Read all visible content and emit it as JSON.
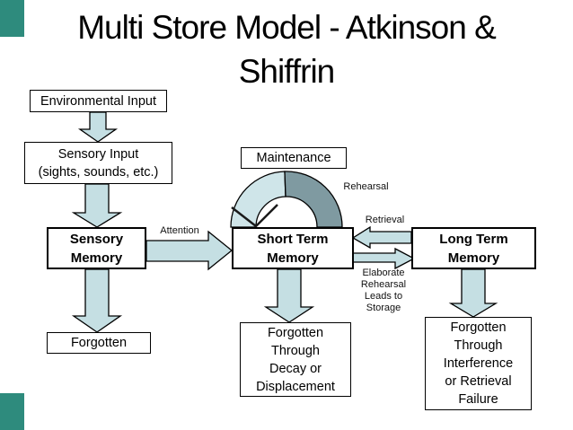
{
  "title": "Multi Store Model - Atkinson &\nShiffrin",
  "boxes": {
    "environmental_input": {
      "label": "Environmental Input"
    },
    "sensory_input": {
      "label": "Sensory Input\n(sights, sounds, etc.)"
    },
    "sensory_memory": {
      "label": "Sensory\nMemory"
    },
    "maintenance": {
      "label": "Maintenance"
    },
    "short_term_memory": {
      "label": "Short Term\nMemory"
    },
    "long_term_memory": {
      "label": "Long Term\nMemory"
    },
    "forgotten": {
      "label": "Forgotten"
    },
    "forgotten_decay": {
      "label": "Forgotten\nThrough\nDecay or\nDisplacement"
    },
    "forgotten_interference": {
      "label": "Forgotten\nThrough\nInterference\nor Retrieval\nFailure"
    }
  },
  "arrow_labels": {
    "attention": "Attention",
    "rehearsal": "Rehearsal",
    "retrieval": "Retrieval",
    "elaborate": "Elaborate\nRehearsal\nLeads to\nStorage"
  },
  "colors": {
    "background": "#ffffff",
    "arrow_fill": "#c5dfe3",
    "rehearsal_arc_light": "#cfe5e9",
    "rehearsal_arc_dark": "#7f9aa1",
    "outline": "#000000",
    "corner_accent": "#2e8b7d"
  }
}
